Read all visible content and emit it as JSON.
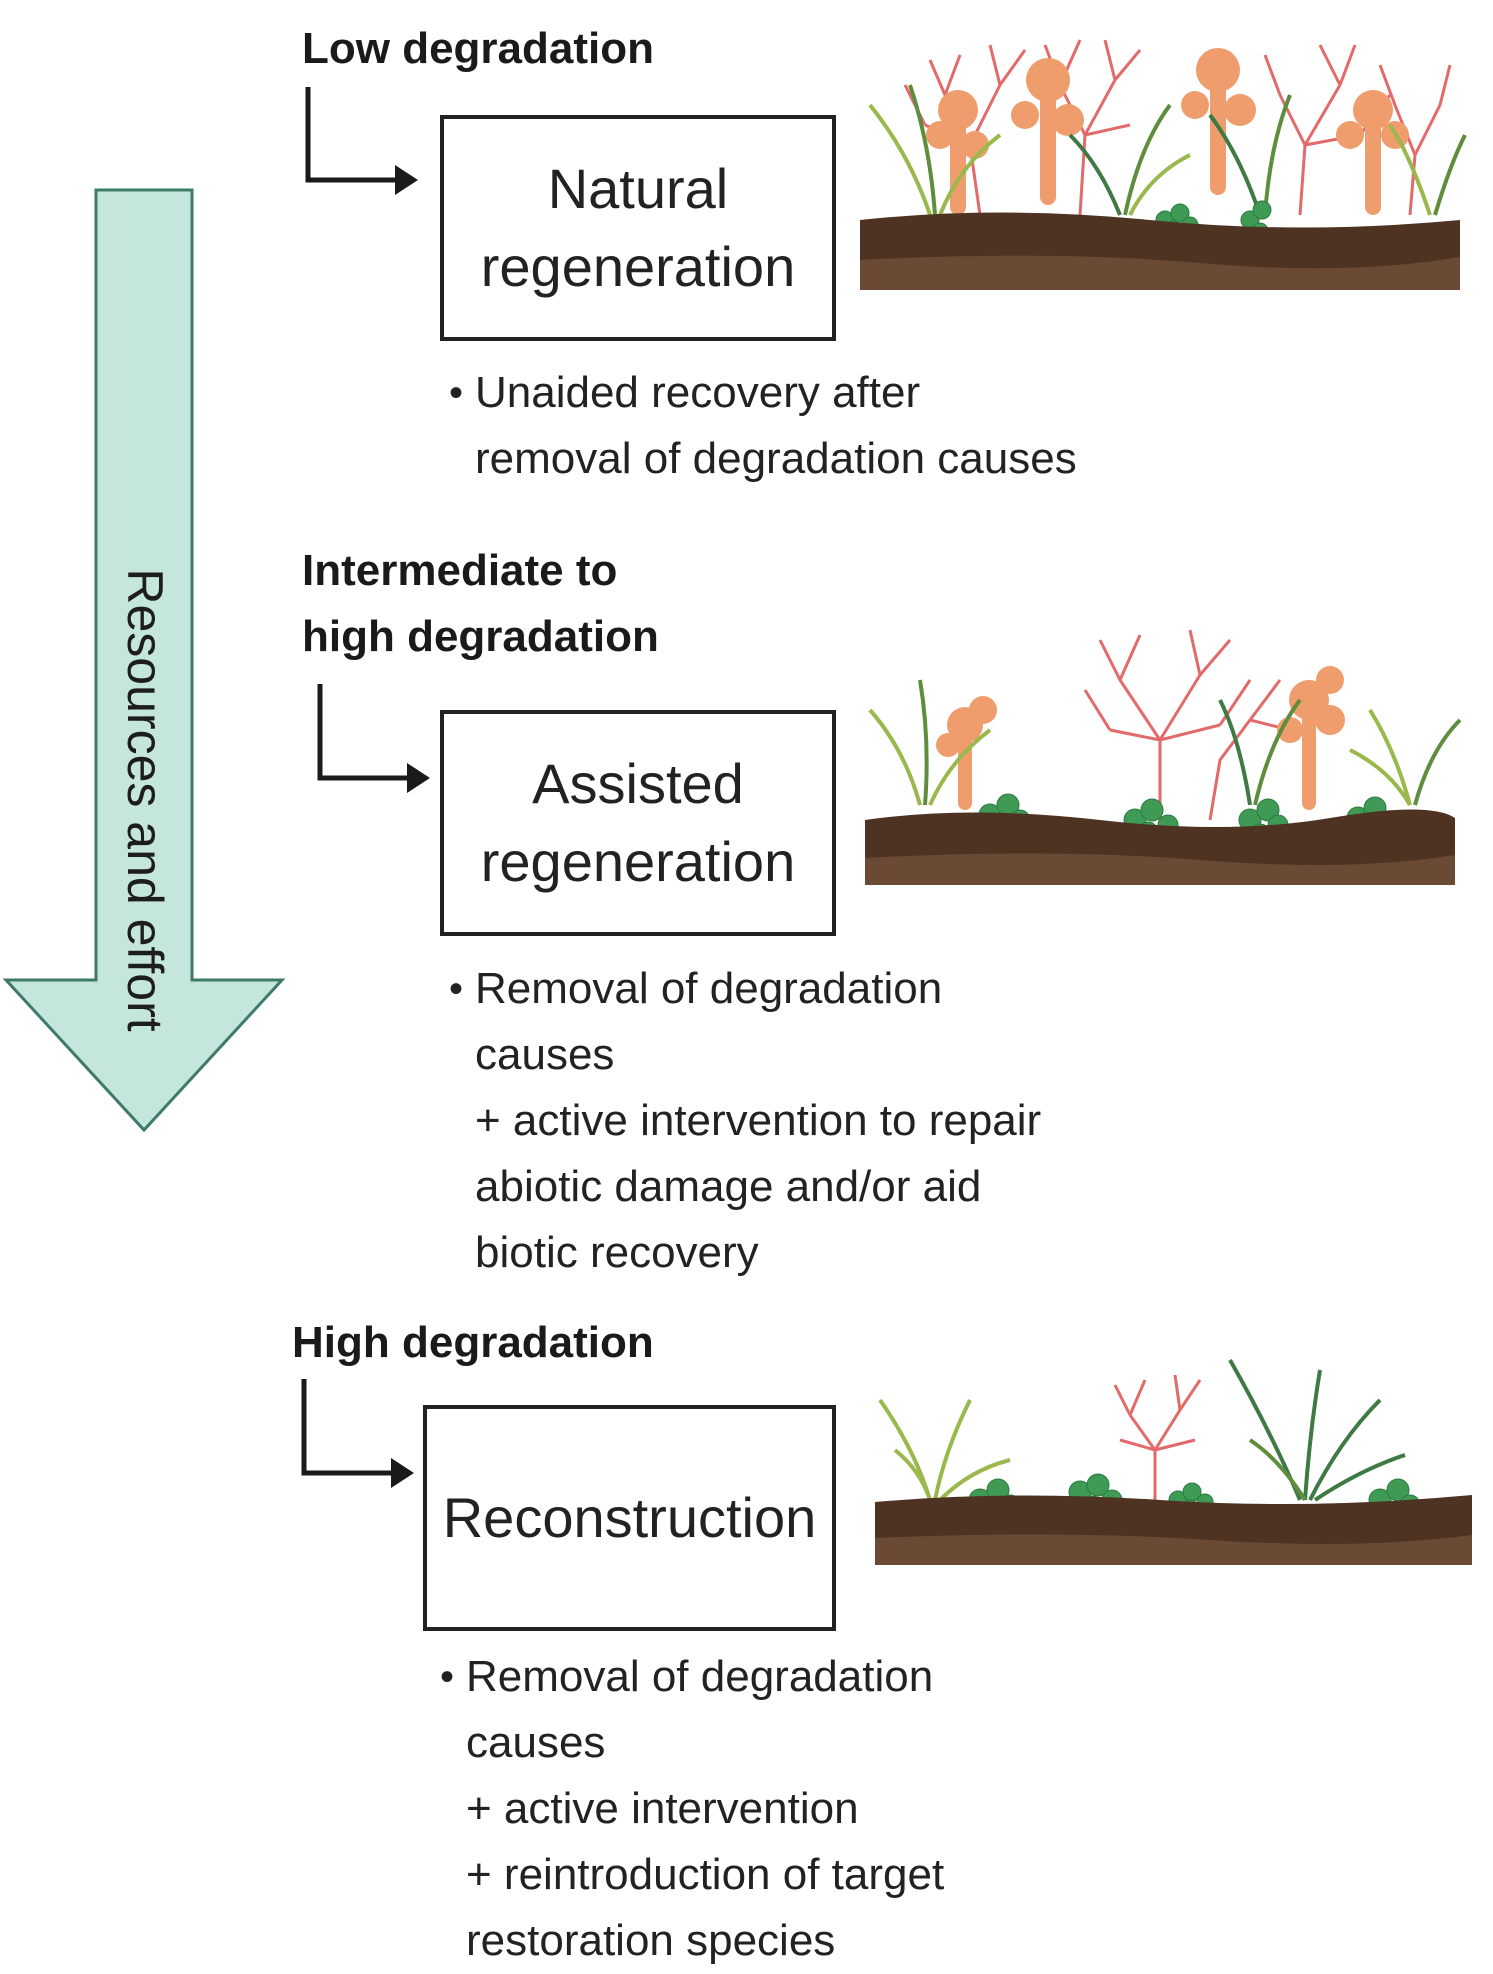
{
  "arrow": {
    "label": "Resources and effort",
    "fill": "#c5e6dc",
    "stroke": "#3e7a6a"
  },
  "tiers": [
    {
      "level": [
        "Low degradation"
      ],
      "box": [
        "Natural",
        "regeneration"
      ],
      "bullets": [
        "Unaided recovery after",
        "removal of degradation causes"
      ]
    },
    {
      "level": [
        "Intermediate to",
        "high degradation"
      ],
      "box": [
        "Assisted",
        "regeneration"
      ],
      "bullets": [
        "Removal of degradation",
        "causes",
        "+ active intervention to repair",
        "abiotic damage and/or aid",
        "biotic recovery"
      ]
    },
    {
      "level": [
        "High degradation"
      ],
      "box": [
        "Reconstruction"
      ],
      "bullets": [
        "Removal of degradation",
        "causes",
        "+ active intervention",
        "+ reintroduction of target",
        "restoration species"
      ]
    }
  ],
  "colors": {
    "soil_dark": "#4e3323",
    "soil_light": "#6b4a35",
    "coral_red": "#dd5a5a",
    "coral_orange": "#ee9a6a",
    "seagrass_dark": "#3f7a44",
    "seagrass_light": "#9ab84c",
    "algae": "#3f9a55"
  }
}
